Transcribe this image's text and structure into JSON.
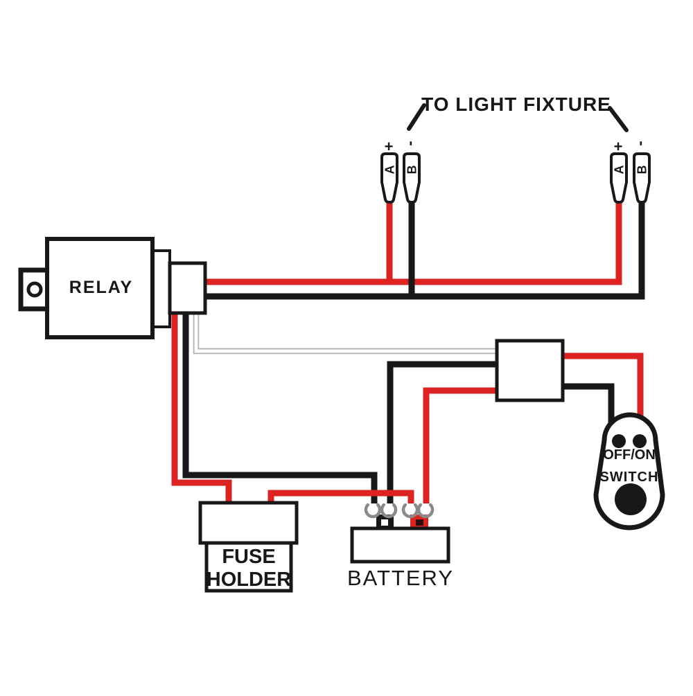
{
  "title": "TO LIGHT FIXTURE",
  "colors": {
    "red": "#dd2222",
    "black": "#181818",
    "white_wire_outline": "#b0b0b0",
    "white_wire_fill": "#ffffff",
    "ring_terminal_gray": "#8a8a8a",
    "background": "#ffffff"
  },
  "components": {
    "relay": {
      "label": "RELAY"
    },
    "fuse_holder": {
      "line1": "FUSE",
      "line2": "HOLDER"
    },
    "battery": {
      "label": "BATTERY"
    },
    "switch": {
      "line1": "OFF/ON",
      "line2": "SWITCH"
    },
    "light_connectors": {
      "left": {
        "positive_mark": "+",
        "negative_mark": "-",
        "terminal_a": "A",
        "terminal_b": "B"
      },
      "right": {
        "positive_mark": "+",
        "negative_mark": "-",
        "terminal_a": "A",
        "terminal_b": "B"
      }
    }
  },
  "connections": [
    {
      "wire": "red",
      "from": "relay connector",
      "to": "light fixture terminal A (+), left and right"
    },
    {
      "wire": "black",
      "from": "relay connector",
      "to": "light fixture terminal B (-), left and right"
    },
    {
      "wire": "red",
      "from": "relay connector",
      "to": "fuse holder"
    },
    {
      "wire": "red",
      "from": "fuse holder",
      "to": "battery positive terminal ring"
    },
    {
      "wire": "black",
      "from": "relay connector",
      "to": "battery negative terminal ring"
    },
    {
      "wire": "black",
      "from": "switch connector",
      "to": "battery negative terminal ring"
    },
    {
      "wire": "red",
      "from": "battery positive terminal ring",
      "to": "switch connector"
    },
    {
      "wire": "white",
      "from": "relay connector",
      "to": "switch connector"
    },
    {
      "wire": "black",
      "from": "switch connector",
      "to": "off/on switch"
    },
    {
      "wire": "red",
      "from": "switch connector",
      "to": "off/on switch"
    }
  ]
}
